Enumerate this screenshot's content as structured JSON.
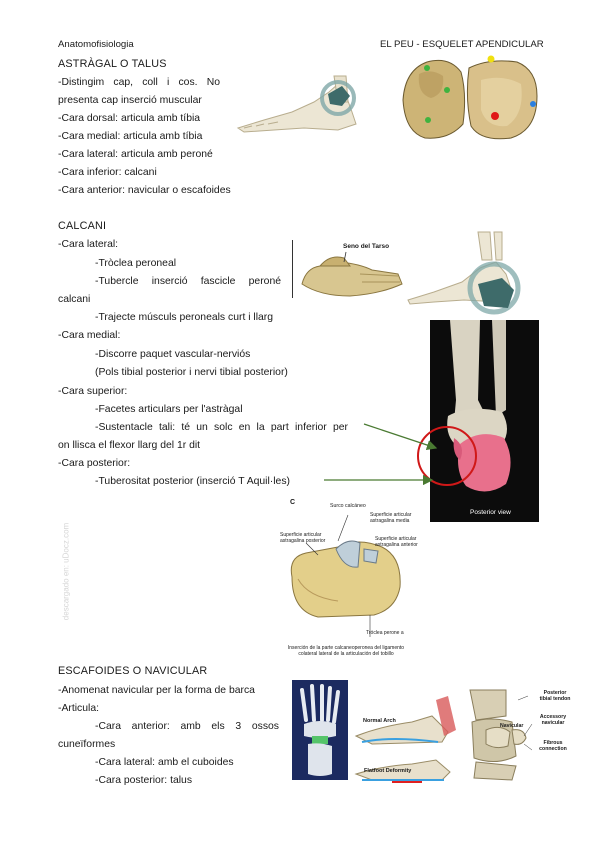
{
  "header": {
    "left": "Anatomofisiologia",
    "right": "EL PEU - ESQUELET APENDICULAR"
  },
  "astragal": {
    "title": "ASTRÀGAL O TALUS",
    "line1a": "-Distingim cap, coll i cos. No",
    "line1b": "presenta cap inserció muscular",
    "items": [
      "-Cara dorsal: articula amb tíbia",
      "-Cara medial: articula amb tíbia",
      "-Cara lateral: articula amb peroné",
      "-Cara inferior: calcani",
      "-Cara anterior: navicular o escafoides"
    ]
  },
  "calcani": {
    "title": "CALCANI",
    "lateral": "-Cara lateral:",
    "troclea": "-Tròclea peroneal",
    "tuberclea": "-Tubercle inserció fascicle peroné",
    "tuberclec": "calcani",
    "trajecte": "-Trajecte músculs peroneals curt i llarg",
    "medial": "-Cara medial:",
    "discorre": "-Discorre paquet vascular-nerviós",
    "pols": "(Pols tibial posterior i nervi tibial posterior)",
    "superior": "-Cara superior:",
    "facetes": "-Facetes articulars per l'astràgal",
    "sustentaclea": "-Sustentacle tali: té un solc en la part inferior per",
    "sustentacleb": "on llisca el flexor llarg del 1r dit",
    "posterior": "-Cara posterior:",
    "tuberositat": "-Tuberositat posterior (inserció T Aquil·les)"
  },
  "escafoides": {
    "title": "ESCAFOIDES O NAVICULAR",
    "anomenat": "-Anomenat navicular per la forma de barca",
    "articula": "-Articula:",
    "anteriora": "-Cara anterior: amb els 3 ossos",
    "anteriorb": "cuneïformes",
    "lateral": "-Cara lateral: amb el cuboides",
    "posterior": "-Cara posterior: talus"
  },
  "figures": {
    "seno": "Seno del Tarso",
    "posterior_view": "Posterior view",
    "c_letter": "C",
    "surco": "Surco calcáneo",
    "sup_media": "Superficie articular astragalina media",
    "sup_post": "Superficie articular astragalina posterior",
    "sup_ant": "Superficie articular astragalina anterior",
    "troclea_lbl": "Tróclea perone a",
    "insercion": "Inserción de la parte calcaneoperonea del ligamento colateral lateral de la articulación del tobillo",
    "normal_arch": "Normal Arch",
    "flatfoot": "Flatfoot Deformity",
    "navicular_lbl": "Navicular",
    "ptt": "Posterior tibial tendon",
    "accessory": "Accessory navicular",
    "fibrous": "Fibrous connection",
    "watermark": "descargado en: uDocz.com"
  },
  "colors": {
    "arrow": "#4a7a32",
    "circle": "#d01818",
    "teal": "#3e6b6a",
    "bone": "#d8c690"
  }
}
